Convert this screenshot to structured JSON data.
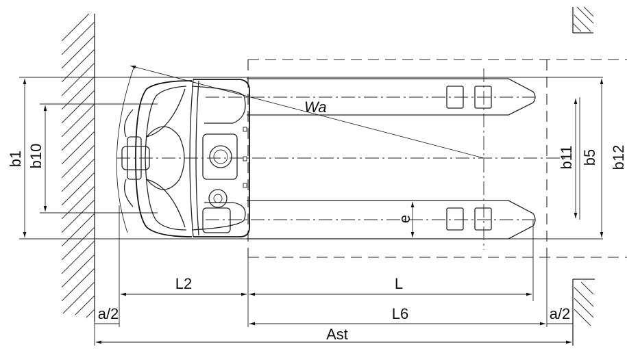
{
  "labels": {
    "b1": "b1",
    "b10": "b10",
    "b11": "b11",
    "b5": "b5",
    "b12": "b12",
    "wa": "Wa",
    "e": "e",
    "l2": "L2",
    "l": "L",
    "l6": "L6",
    "a_half_left": "a/2",
    "a_half_right": "a/2",
    "ast": "Ast"
  }
}
